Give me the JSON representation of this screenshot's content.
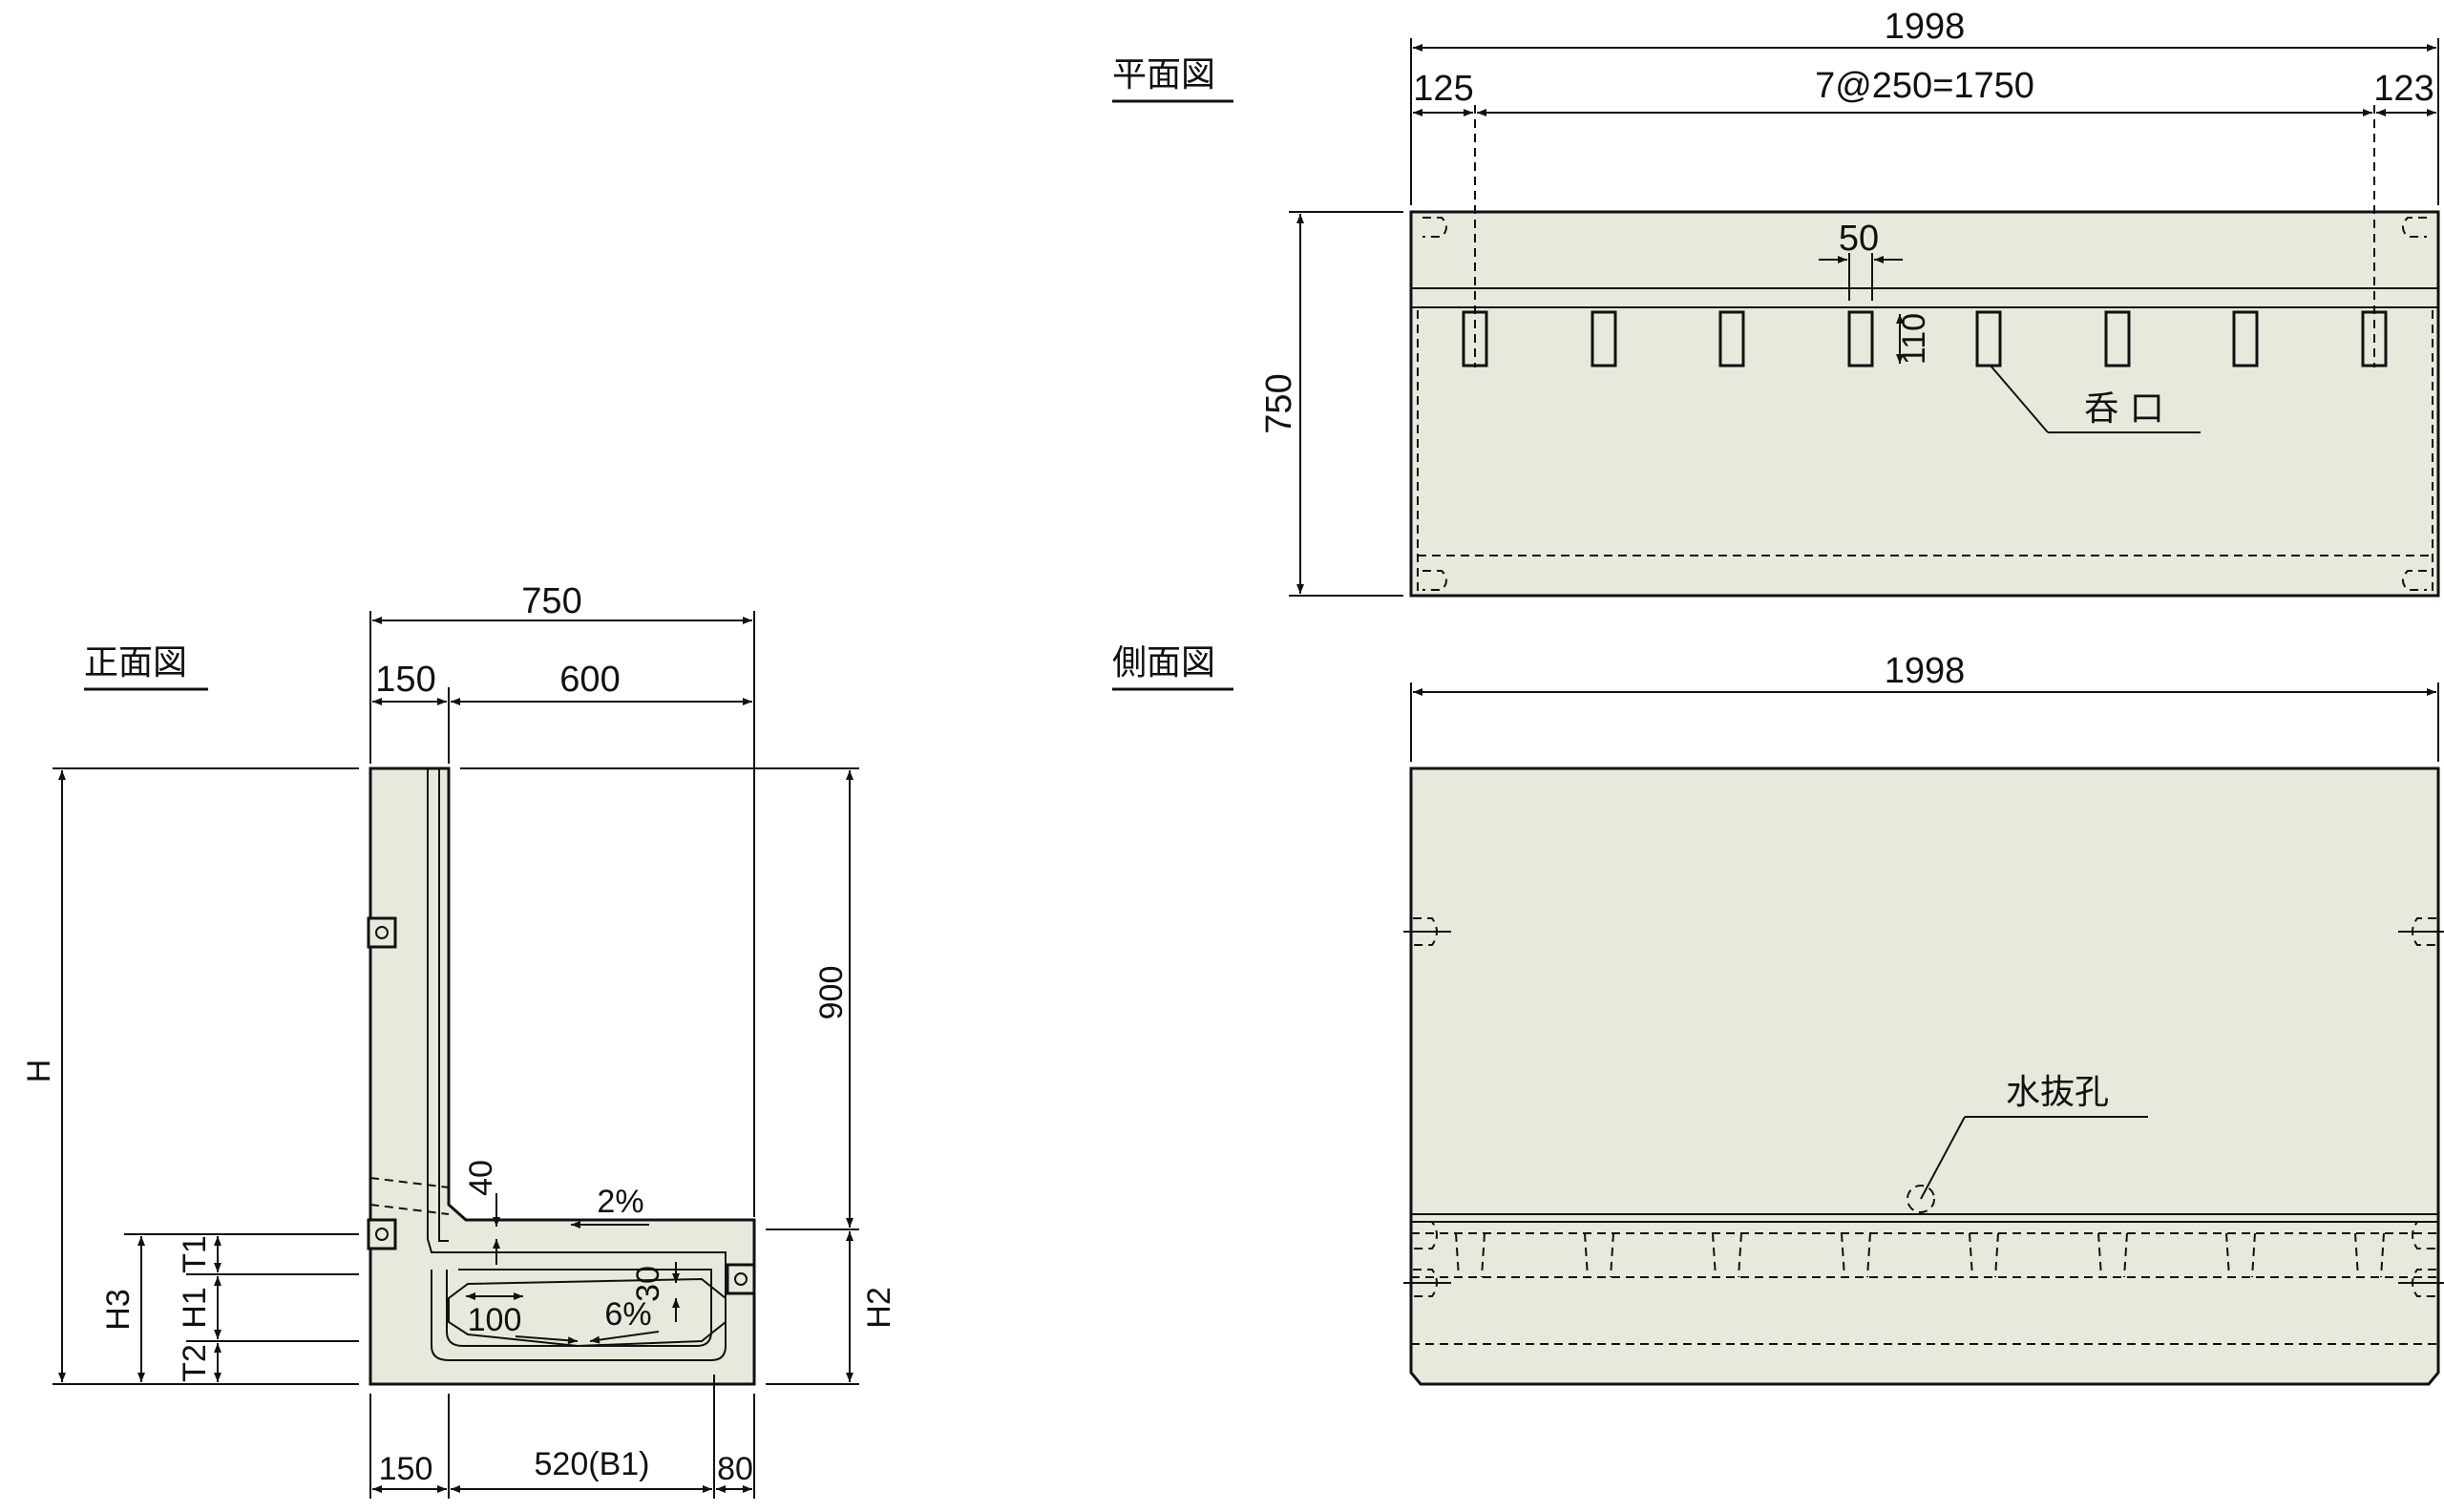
{
  "views": {
    "front": {
      "title": "正面図"
    },
    "plan": {
      "title": "平面図"
    },
    "side": {
      "title": "側面図"
    }
  },
  "front_dims": {
    "overall_width": "750",
    "wall": "150",
    "top_span": "600",
    "height": "900",
    "H": "H",
    "H2": "H2",
    "H3": "H3",
    "T1": "T1",
    "H1": "H1",
    "T2": "T2",
    "groove": "40",
    "slope_top": "2%",
    "slope_bottom": "6%",
    "inner_30": "30",
    "inner_100": "100",
    "bottom_wall": "150",
    "bottom_span": "520(B1)",
    "bottom_right": "80"
  },
  "plan_dims": {
    "length": "1998",
    "left": "125",
    "pitch": "7@250=1750",
    "right": "123",
    "width": "750",
    "slot_w": "50",
    "slot_h": "110",
    "inlet_label": "呑 口"
  },
  "side_dims": {
    "length": "1998",
    "drain_label": "水抜孔"
  }
}
